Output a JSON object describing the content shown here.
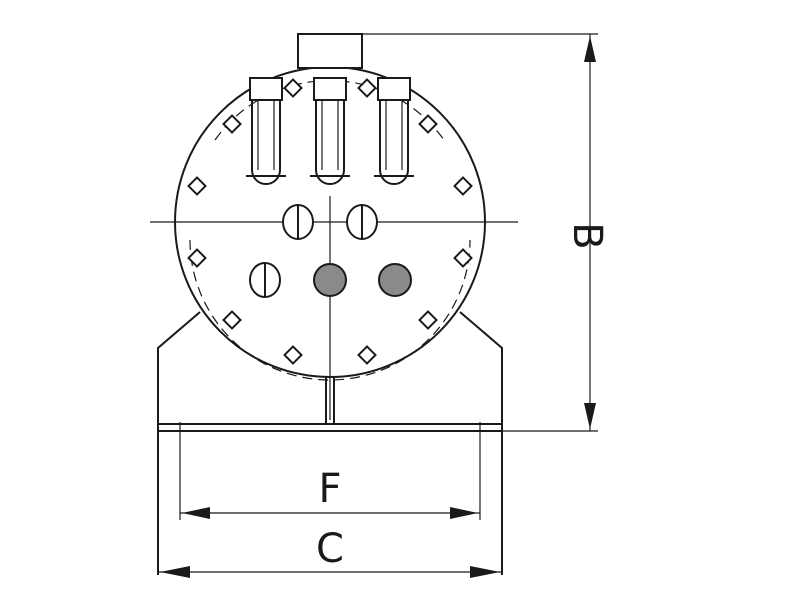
{
  "dimensions": {
    "height_label": "B",
    "inner_width_label": "F",
    "outer_width_label": "C"
  },
  "colors": {
    "line": "#1a1a1a",
    "fill_dark": "#8a8a8a",
    "background": "#ffffff"
  }
}
